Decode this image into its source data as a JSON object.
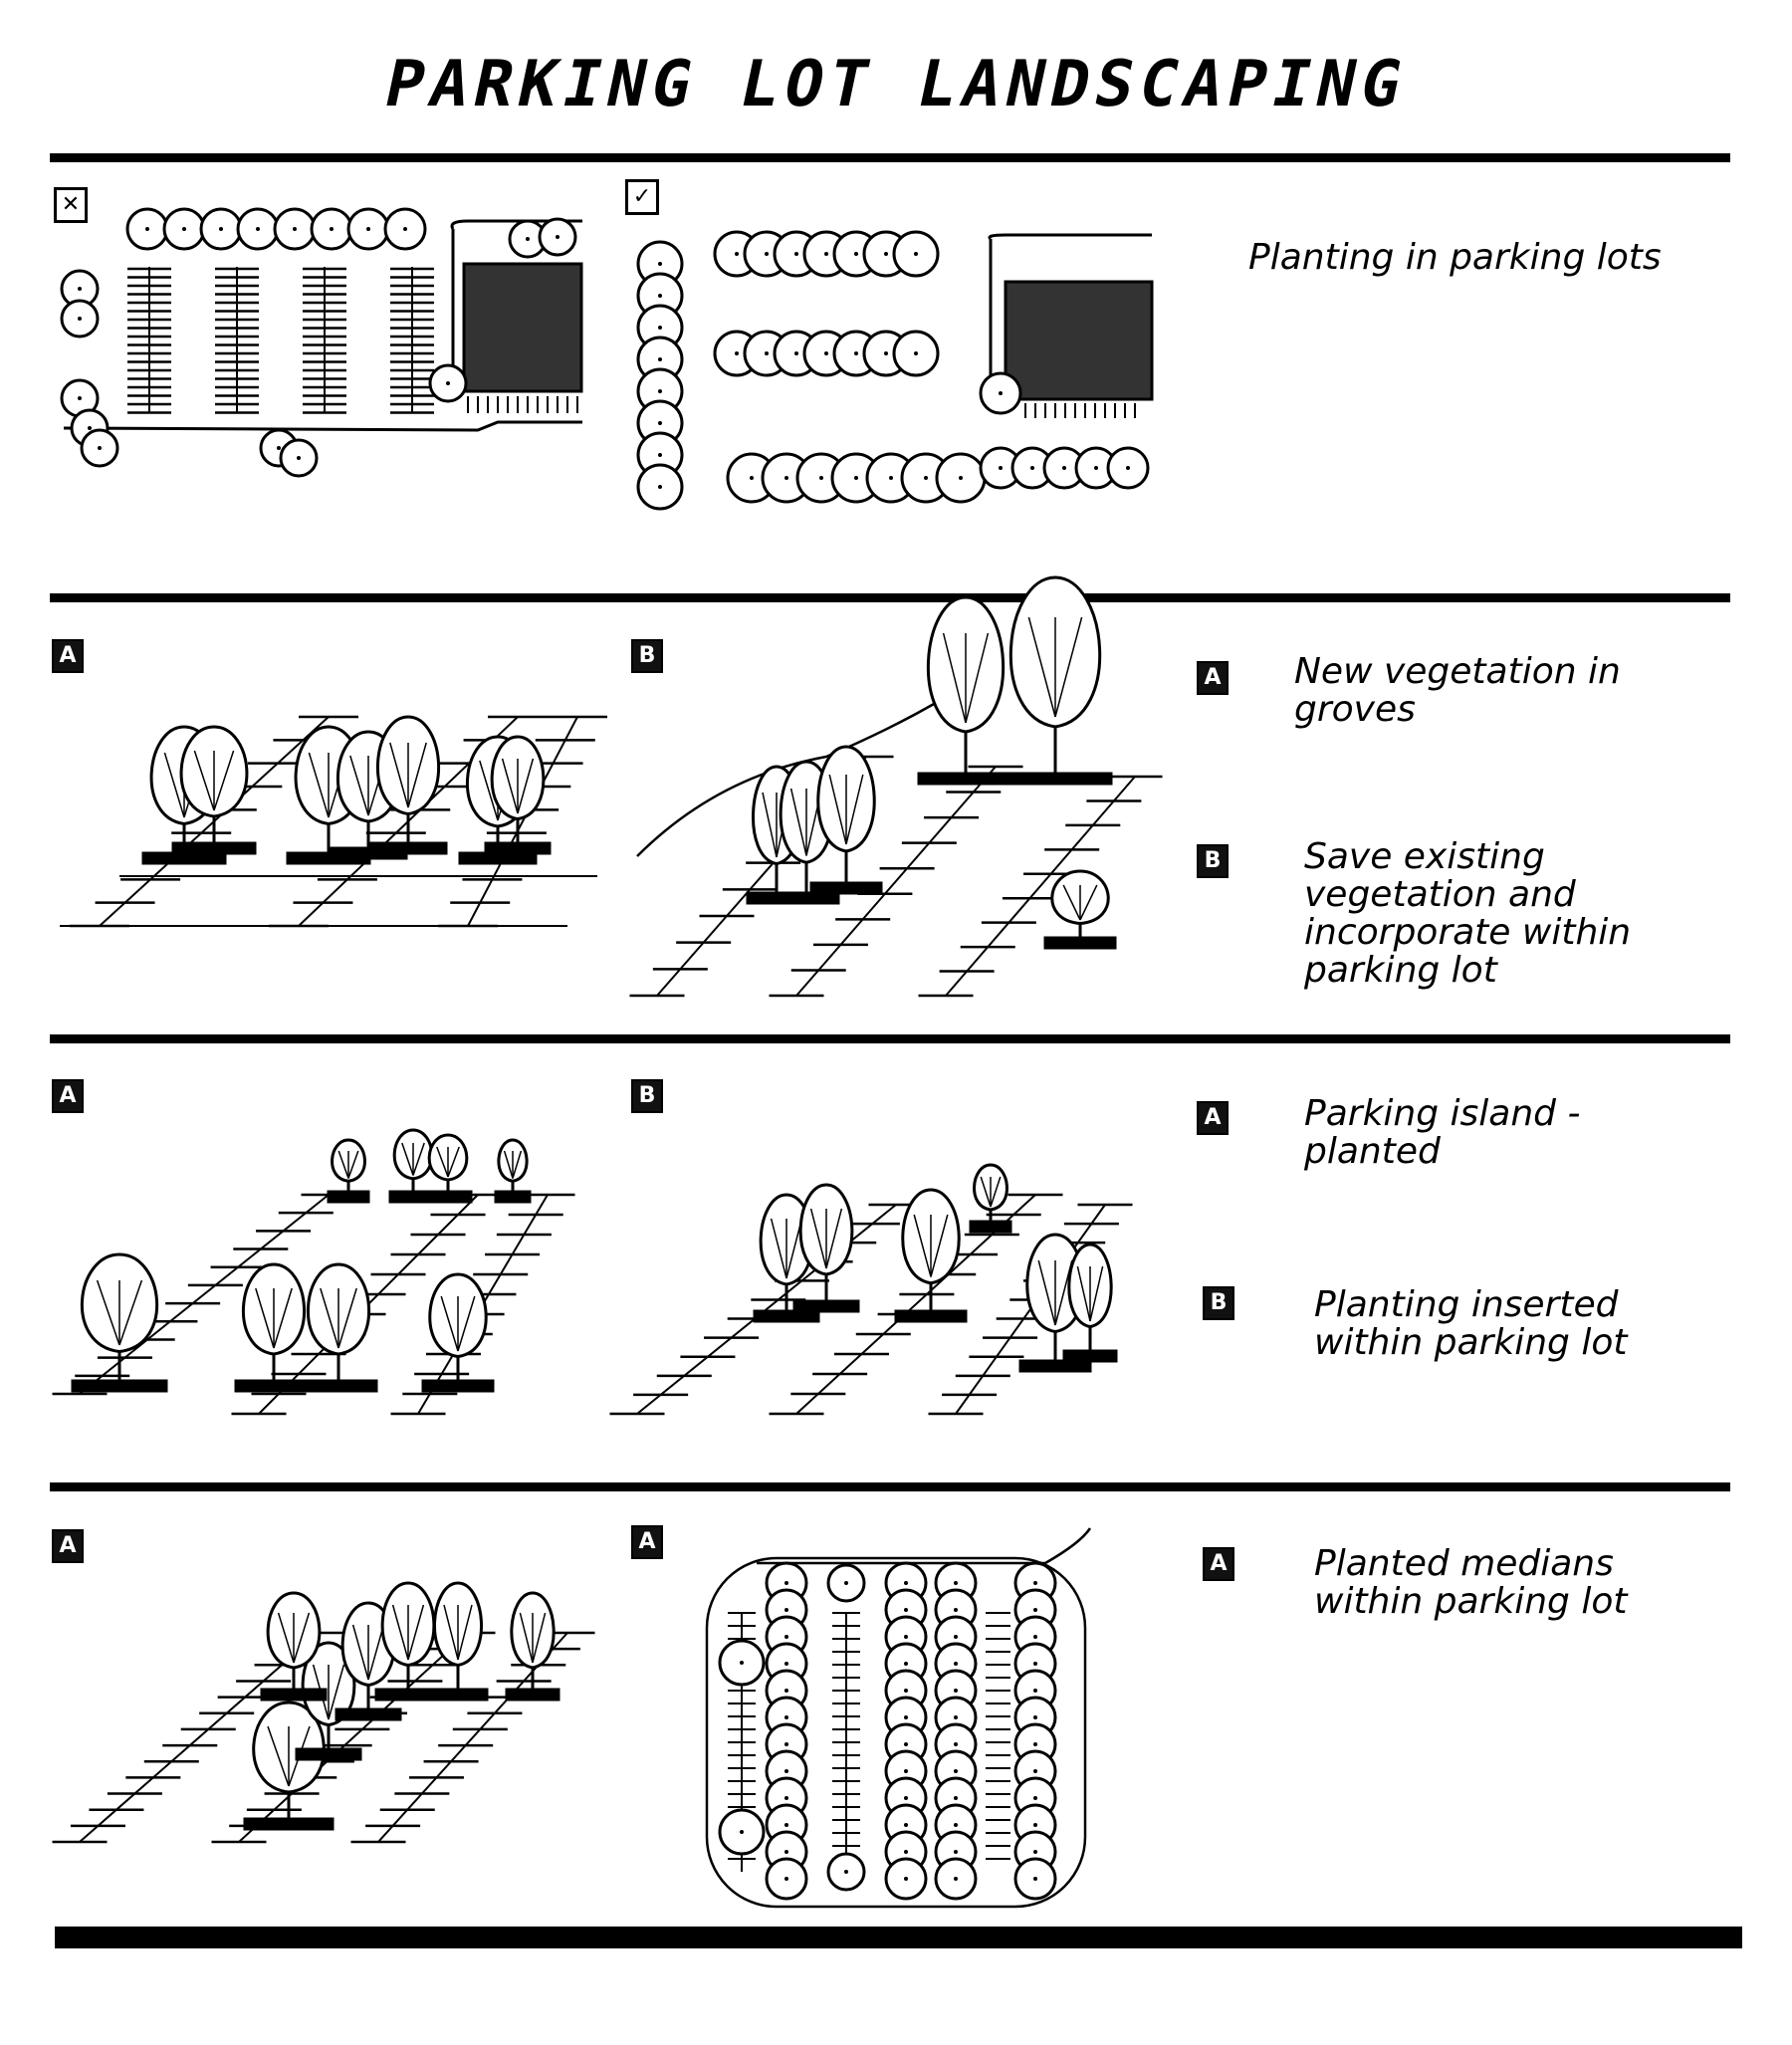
{
  "title": "PARKING LOT LANDSCAPING",
  "sections": [
    {
      "panels": [
        {
          "badge": "✕",
          "variant": "bad"
        },
        {
          "badge": "✓",
          "variant": "good"
        }
      ],
      "captions": [
        {
          "badge": "",
          "text": "Planting in parking lots"
        }
      ]
    },
    {
      "panels": [
        {
          "badge": "A"
        },
        {
          "badge": "B"
        }
      ],
      "captions": [
        {
          "badge": "A",
          "text": "New vegetation in groves"
        },
        {
          "badge": "B",
          "text": "Save existing vegetation and incorporate within parking lot"
        }
      ]
    },
    {
      "panels": [
        {
          "badge": "A"
        },
        {
          "badge": "B"
        }
      ],
      "captions": [
        {
          "badge": "A",
          "text": "Parking island - planted"
        },
        {
          "badge": "B",
          "text": "Planting inserted within parking lot"
        }
      ]
    },
    {
      "panels": [
        {
          "badge": "A"
        },
        {
          "badge": "A"
        }
      ],
      "captions": [
        {
          "badge": "A",
          "text": "Planted medians within parking lot"
        }
      ]
    }
  ]
}
